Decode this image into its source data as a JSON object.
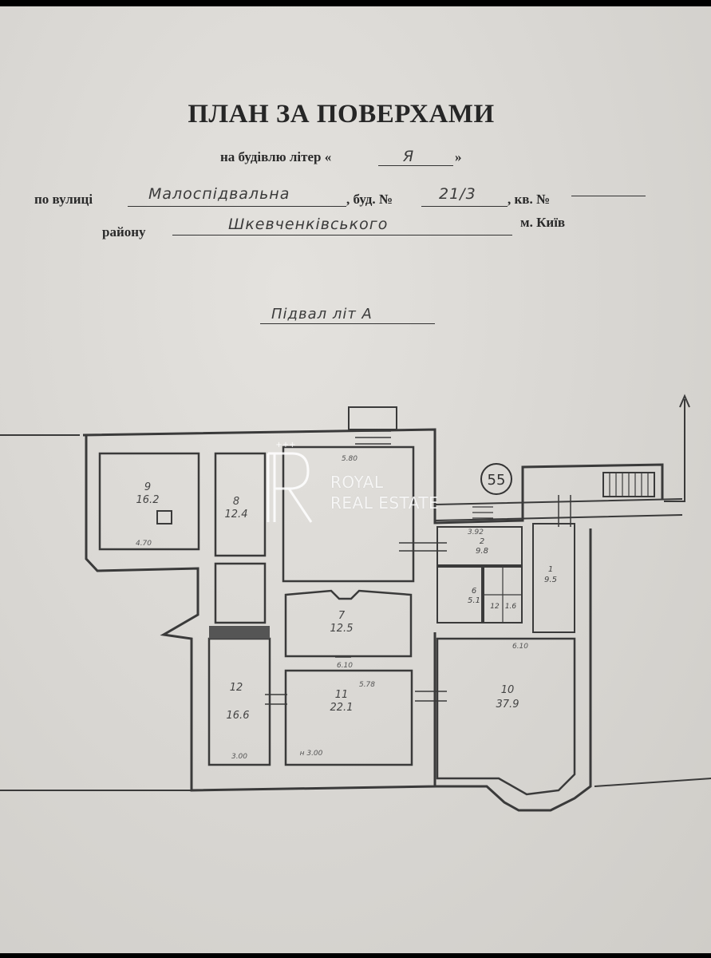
{
  "header": {
    "title": "ПЛАН ЗА ПОВЕРХАМИ",
    "building_prefix": "на будівлю літер «",
    "building_letter": "Я",
    "building_suffix": "»",
    "street_label": "по вулиці",
    "street_value": "Малоспідвальна",
    "house_label": ", буд. №",
    "house_value": "21/3",
    "apt_label": ", кв. №",
    "district_label": "району",
    "district_value": "Шкевченківського",
    "city_label": "м. Київ"
  },
  "floor_title": "Підвал літ А",
  "stamp": "55",
  "rooms": [
    {
      "number": "9",
      "area": "16.2"
    },
    {
      "number": "8",
      "area": "12.4"
    },
    {
      "number": "7",
      "area": "12.5"
    },
    {
      "number": "11",
      "area": "22.1"
    },
    {
      "number": "12",
      "area": "16.6"
    },
    {
      "number": "10",
      "area": "37.9"
    },
    {
      "number": "2",
      "area": "9.8"
    },
    {
      "number": "6",
      "area": "5.1"
    },
    {
      "number": "1",
      "area": "9.5"
    },
    {
      "number": "12",
      "area": "1.6"
    }
  ],
  "dimensions": [
    "5.80",
    "3.92",
    "6.10",
    "6.10",
    "5.78",
    "4.70",
    "3.00",
    "н 3.00"
  ],
  "watermark": {
    "line1": "ROYAL",
    "line2": "REAL ESTATE",
    "mark": "+++"
  }
}
